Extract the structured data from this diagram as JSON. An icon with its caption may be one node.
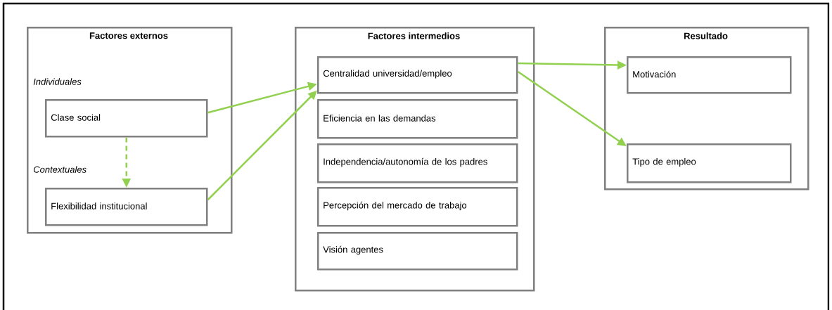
{
  "diagram": {
    "nodes": [
      {
        "text": [
          "Factores externos"
        ]
      },
      {
        "text": [
          "Clase social"
        ],
        "in": 0
      },
      {
        "text": [
          "Flexibilidad institucional"
        ],
        "in": 0
      },
      {
        "text": [
          "Factores intermedios"
        ]
      },
      {
        "text": [
          "Centralidad universidad/empleo"
        ],
        "in": 3
      },
      {
        "text": [
          "Eficiencia en las demandas"
        ],
        "in": 3
      },
      {
        "text": [
          "Independencia/autonomía de los padres"
        ],
        "in": 3
      },
      {
        "text": [
          "Percepción del mercado de trabajo"
        ],
        "in": 3
      },
      {
        "text": [
          "Visión agentes"
        ],
        "in": 3
      },
      {
        "text": [
          "Resultado"
        ]
      },
      {
        "text": [
          "Motivación"
        ],
        "in": 9
      },
      {
        "text": [
          "Tipo de empleo"
        ],
        "in": 9
      }
    ],
    "edges": [
      {
        "from": 1,
        "to": 4,
        "arrow": "to"
      },
      {
        "from": 2,
        "to": 4,
        "arrow": "to"
      },
      {
        "from": 1,
        "to": 2,
        "arrow": "to",
        "style": "dashed"
      },
      {
        "from": 4,
        "to": 10,
        "arrow": "to"
      },
      {
        "from": 4,
        "to": 11,
        "arrow": "to"
      }
    ],
    "labels": [
      "Individuales",
      "Contextuales"
    ]
  }
}
